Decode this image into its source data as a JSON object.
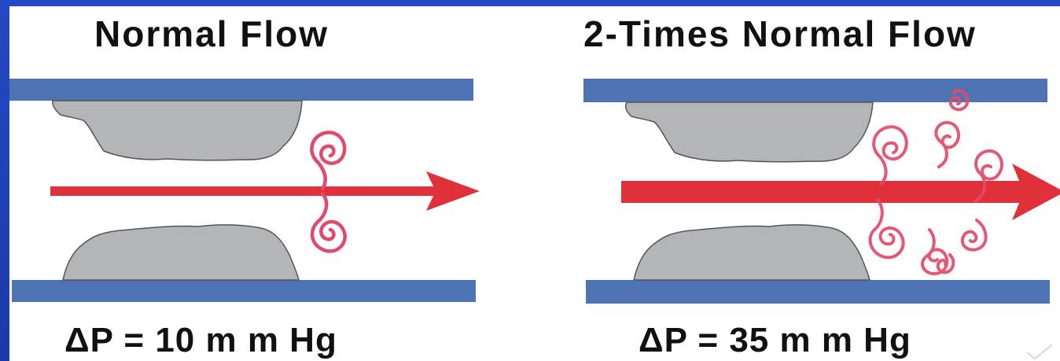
{
  "diagram": {
    "left_panel": {
      "title": "Normal Flow",
      "pressure_label": "ΔP = 10 m m Hg"
    },
    "right_panel": {
      "title": "2-Times Normal Flow",
      "pressure_label": "ΔP = 35 m m Hg"
    },
    "colors": {
      "background_frame": "#2548c4",
      "vessel_wall": "#4e73b5",
      "plaque": "#b4b5b8",
      "flow_arrow": "#e0303a",
      "vortex": "#e24a6a",
      "text": "#111111"
    }
  }
}
